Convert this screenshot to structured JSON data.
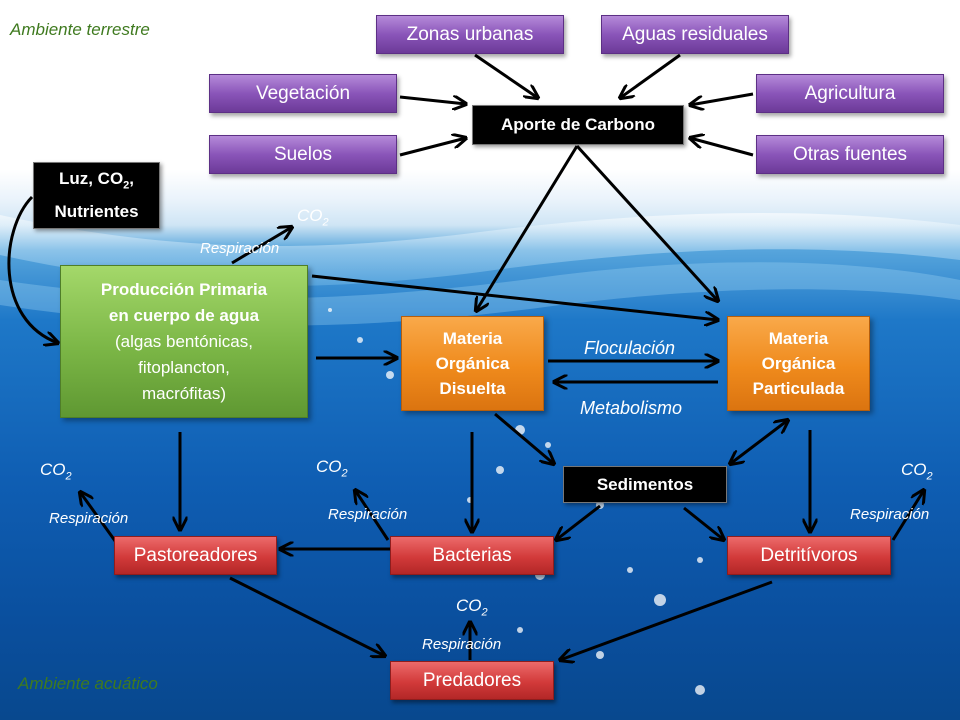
{
  "environments": {
    "terrestrial": "Ambiente terrestre",
    "aquatic": "Ambiente acuático"
  },
  "sources": {
    "urban": "Zonas urbanas",
    "wastewater": "Aguas residuales",
    "vegetation": "Vegetación",
    "agriculture": "Agricultura",
    "soils": "Suelos",
    "other": "Otras fuentes"
  },
  "carbon_input": "Aporte de Carbono",
  "inputs": {
    "line1_pre": "Luz, CO",
    "line1_sub": "2",
    "line1_post": ",",
    "line2": "Nutrientes"
  },
  "primary_production": {
    "title_line1": "Producción Primaria",
    "title_line2": "en cuerpo de agua",
    "detail_line1": "(algas bentónicas,",
    "detail_line2": "fitoplancton,",
    "detail_line3": "macrófitas)"
  },
  "dissolved_om": {
    "line1": "Materia",
    "line2": "Orgánica",
    "line3": "Disuelta"
  },
  "particulate_om": {
    "line1": "Materia",
    "line2": "Orgánica",
    "line3": "Particulada"
  },
  "processes": {
    "flocculation": "Floculación",
    "metabolism": "Metabolismo"
  },
  "sediments": "Sedimentos",
  "consumers": {
    "grazers": "Pastoreadores",
    "bacteria": "Bacterias",
    "detritivores": "Detritívoros",
    "predators": "Predadores"
  },
  "co2": {
    "base": "CO",
    "sub": "2"
  },
  "respiration": "Respiración",
  "colors": {
    "source_box": "#8a55b9",
    "label_box": "#000000",
    "producer_box": "#7bb646",
    "organic_matter_box": "#ef8a1c",
    "consumer_box": "#d23a3a",
    "water": "#1e78c8",
    "terrestrial_label": "#3f7a1f"
  }
}
